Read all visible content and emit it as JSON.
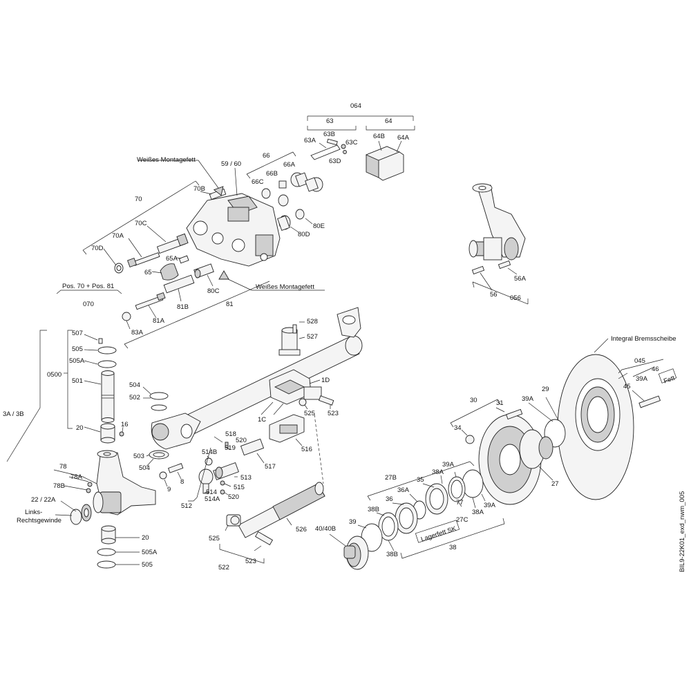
{
  "drawing_id": "BIL9-22K01_exd_nwm_005",
  "notes": {
    "weisses_montagefett_top": "Weißes Montagefett",
    "weisses_montagefett_bottom": "Weißes Montagefett",
    "pos_70_81": "Pos. 70 + Pos. 81",
    "integral_bremsscheibe": "Integral Bremsscheibe",
    "links_rechtsgewinde_1": "Links-",
    "links_rechtsgewinde_2": "Rechtsgewinde",
    "lagerfett": "Lagerfett SK",
    "fett": "Fett"
  },
  "labels": {
    "l064": "064",
    "l63": "63",
    "l64": "64",
    "l63A": "63A",
    "l63B": "63B",
    "l63C": "63C",
    "l63D": "63D",
    "l64B": "64B",
    "l64A": "64A",
    "l66": "66",
    "l66A": "66A",
    "l66B": "66B",
    "l66C": "66C",
    "l5960": "59 / 60",
    "l70": "70",
    "l70B": "70B",
    "l70C": "70C",
    "l70A": "70A",
    "l70D": "70D",
    "l65A": "65A",
    "l65": "65",
    "l80E": "80E",
    "l80D": "80D",
    "l80C": "80C",
    "l81B": "81B",
    "l81": "81",
    "l81A": "81A",
    "l83A": "83A",
    "l070": "070",
    "l56A": "56A",
    "l56": "56",
    "l056": "056",
    "l528": "528",
    "l527": "527",
    "l1D": "1D",
    "l1C": "1C",
    "l525a": "525",
    "l523a": "523",
    "l507": "507",
    "l505a": "505",
    "l505Aa": "505A",
    "l0500": "0500",
    "l501": "501",
    "l20a": "20",
    "l16": "16",
    "l3A3B": "3A / 3B",
    "l504a": "504",
    "l502": "502",
    "l503": "503",
    "l504b": "504",
    "l518": "518",
    "l520a": "520",
    "l519": "519",
    "l514B": "514B",
    "l516": "516",
    "l517": "517",
    "l513": "513",
    "l515": "515",
    "l514": "514",
    "l514A": "514A",
    "l520b": "520",
    "l512": "512",
    "l8": "8",
    "l9": "9",
    "l78": "78",
    "l78A": "78A",
    "l78B": "78B",
    "l2222A": "22 / 22A",
    "l20b": "20",
    "l505Ab": "505A",
    "l505b": "505",
    "l525b": "525",
    "l526": "526",
    "l523b": "523",
    "l522": "522",
    "l045": "045",
    "l46": "46",
    "l39Aa": "39A",
    "l45": "45",
    "l29": "29",
    "l39Ab": "39A",
    "l30": "30",
    "l31": "31",
    "l34": "34",
    "l27": "27",
    "l27B": "27B",
    "l39Ac": "39A",
    "l38Aa": "38A",
    "l35": "35",
    "l36A": "36A",
    "l36": "36",
    "l38Ba": "38B",
    "l39": "39",
    "l4040B": "40/40B",
    "l38Bb": "38B",
    "l27C": "27C",
    "l77": "77",
    "l38Ab": "38A",
    "l39Ad": "39A",
    "l38": "38"
  }
}
